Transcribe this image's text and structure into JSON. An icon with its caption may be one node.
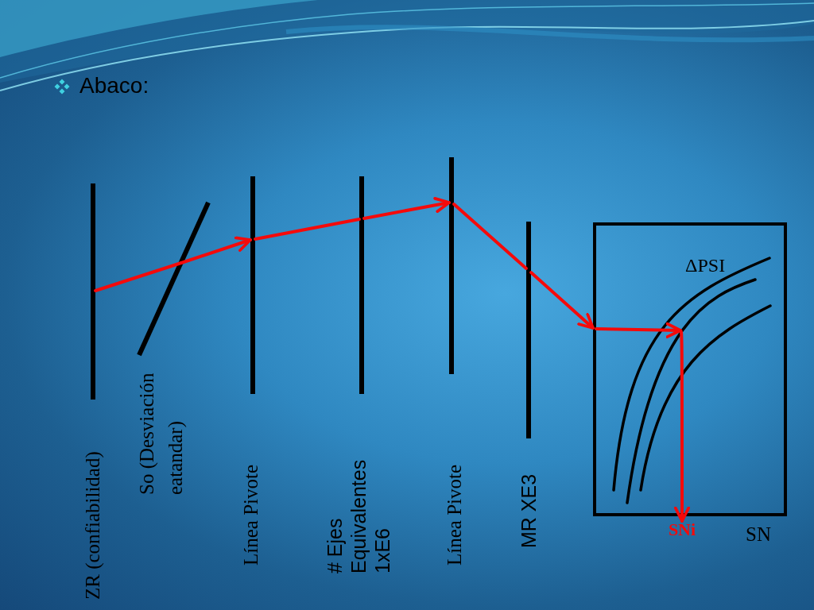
{
  "diagram": {
    "title": "Abaco:",
    "nodes": [
      {
        "text": [],
        "shape": "bar",
        "beside": [
          "ZR (confiabilidad)"
        ]
      },
      {
        "text": [],
        "shape": "bar",
        "beside": [
          "So (Desviación eatandar)"
        ]
      },
      {
        "text": [],
        "shape": "bar",
        "beside": [
          "Línea Pivote"
        ]
      },
      {
        "text": [],
        "shape": "bar",
        "beside": [
          "# Ejes Equivalentes 1xE6"
        ]
      },
      {
        "text": [],
        "shape": "bar"
      },
      {
        "text": [],
        "shape": "bar",
        "beside": [
          "MR XE3"
        ]
      },
      {
        "text": [
          "ΔPSI"
        ],
        "beside": [
          "SN"
        ]
      },
      {
        "text": [
          "SNi"
        ]
      }
    ],
    "edges": [
      {
        "from": 0,
        "to": 1,
        "arrow": "none"
      },
      {
        "from": 1,
        "to": 2,
        "arrow": "to"
      },
      {
        "from": 2,
        "to": 3,
        "arrow": "none"
      },
      {
        "from": 3,
        "to": 4,
        "arrow": "to"
      },
      {
        "from": 4,
        "to": 5,
        "arrow": "none"
      },
      {
        "from": 5,
        "to": 6,
        "arrow": "to"
      },
      {
        "from": 6,
        "to": 7,
        "arrow": "to"
      }
    ],
    "labels": [
      "Línea Pivote"
    ]
  }
}
